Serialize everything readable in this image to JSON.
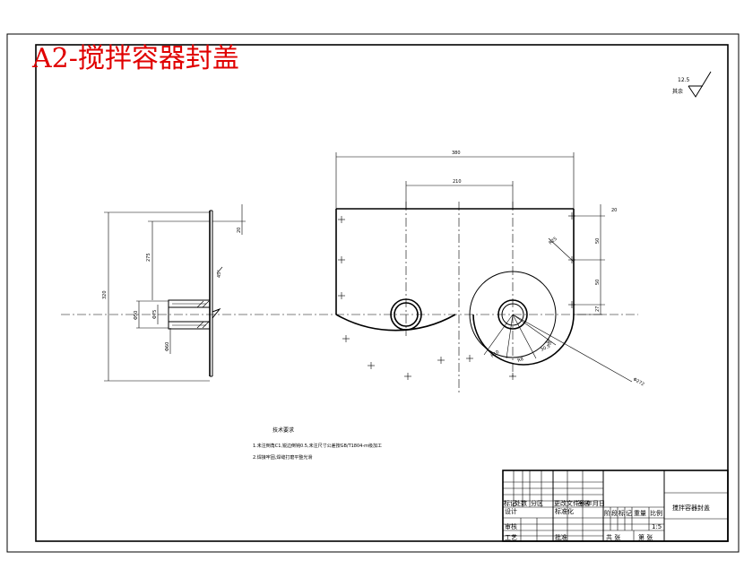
{
  "header": {
    "title": "A2-搅拌容器封盖",
    "title_color": "#e00000"
  },
  "roughness": {
    "value": "12.5",
    "label": "其余"
  },
  "dimensions": {
    "top_overall": "380",
    "top_inner": "210",
    "right_top": "20",
    "right_a": "50",
    "right_b": "50",
    "right_c": "27",
    "left_height": "320",
    "left_mid": "275",
    "left_top": "20",
    "left_bore": "Φ50",
    "left_flange": "Φ75",
    "left_thread": "Φ60",
    "angle": "45°",
    "big_dia": "Φ272",
    "arc_a": "R10",
    "arc_b": "R8",
    "arc_c": "30.5°",
    "arc_d": "R25"
  },
  "notes": {
    "heading": "技术要求",
    "line1": "1.未注倒角C1,锐边倒钝0.5,未注尺寸公差按GB/T1804-m级加工",
    "line2": "2.焊接牢固,焊缝打磨平整光滑"
  },
  "title_block": {
    "part_name": "搅拌容器封盖",
    "material": "标准化",
    "scale": "1:5",
    "row_headers": [
      "标记",
      "处数",
      "分区",
      "更改文件号",
      "签名",
      "年月日"
    ],
    "designer_label": "设计",
    "review_label": "审核",
    "process_label": "工艺",
    "approve_label": "批准",
    "stage_labels": [
      "阶",
      "段",
      "标",
      "记"
    ],
    "weight_label": "重量",
    "scale_label": "比例",
    "sheets_total": "共 张",
    "sheet_no": "第 张"
  }
}
